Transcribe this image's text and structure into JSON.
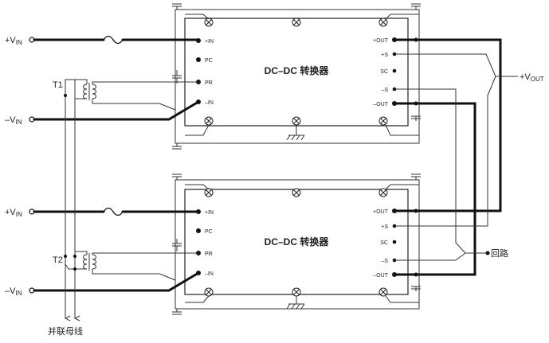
{
  "converters": [
    {
      "title": "DC–DC 转换器",
      "input_pins": [
        "+IN",
        "PC",
        "PR",
        "–IN"
      ],
      "output_pins": [
        "+OUT",
        "+S",
        "SC",
        "–S",
        "–OUT"
      ],
      "vin_pos": {
        "main": "+V",
        "sub": "IN"
      },
      "vin_neg": {
        "main": "–V",
        "sub": "IN"
      },
      "transformer": "T1"
    },
    {
      "title": "DC–DC 转换器",
      "input_pins": [
        "+IN",
        "PC",
        "PR",
        "–IN"
      ],
      "output_pins": [
        "+OUT",
        "+S",
        "SC",
        "–S",
        "–OUT"
      ],
      "vin_pos": {
        "main": "+V",
        "sub": "IN"
      },
      "vin_neg": {
        "main": "–V",
        "sub": "IN"
      },
      "transformer": "T2"
    }
  ],
  "output_label": {
    "main": "+V",
    "sub": "OUT"
  },
  "return_label": "回路",
  "bus_label": "并联母线"
}
